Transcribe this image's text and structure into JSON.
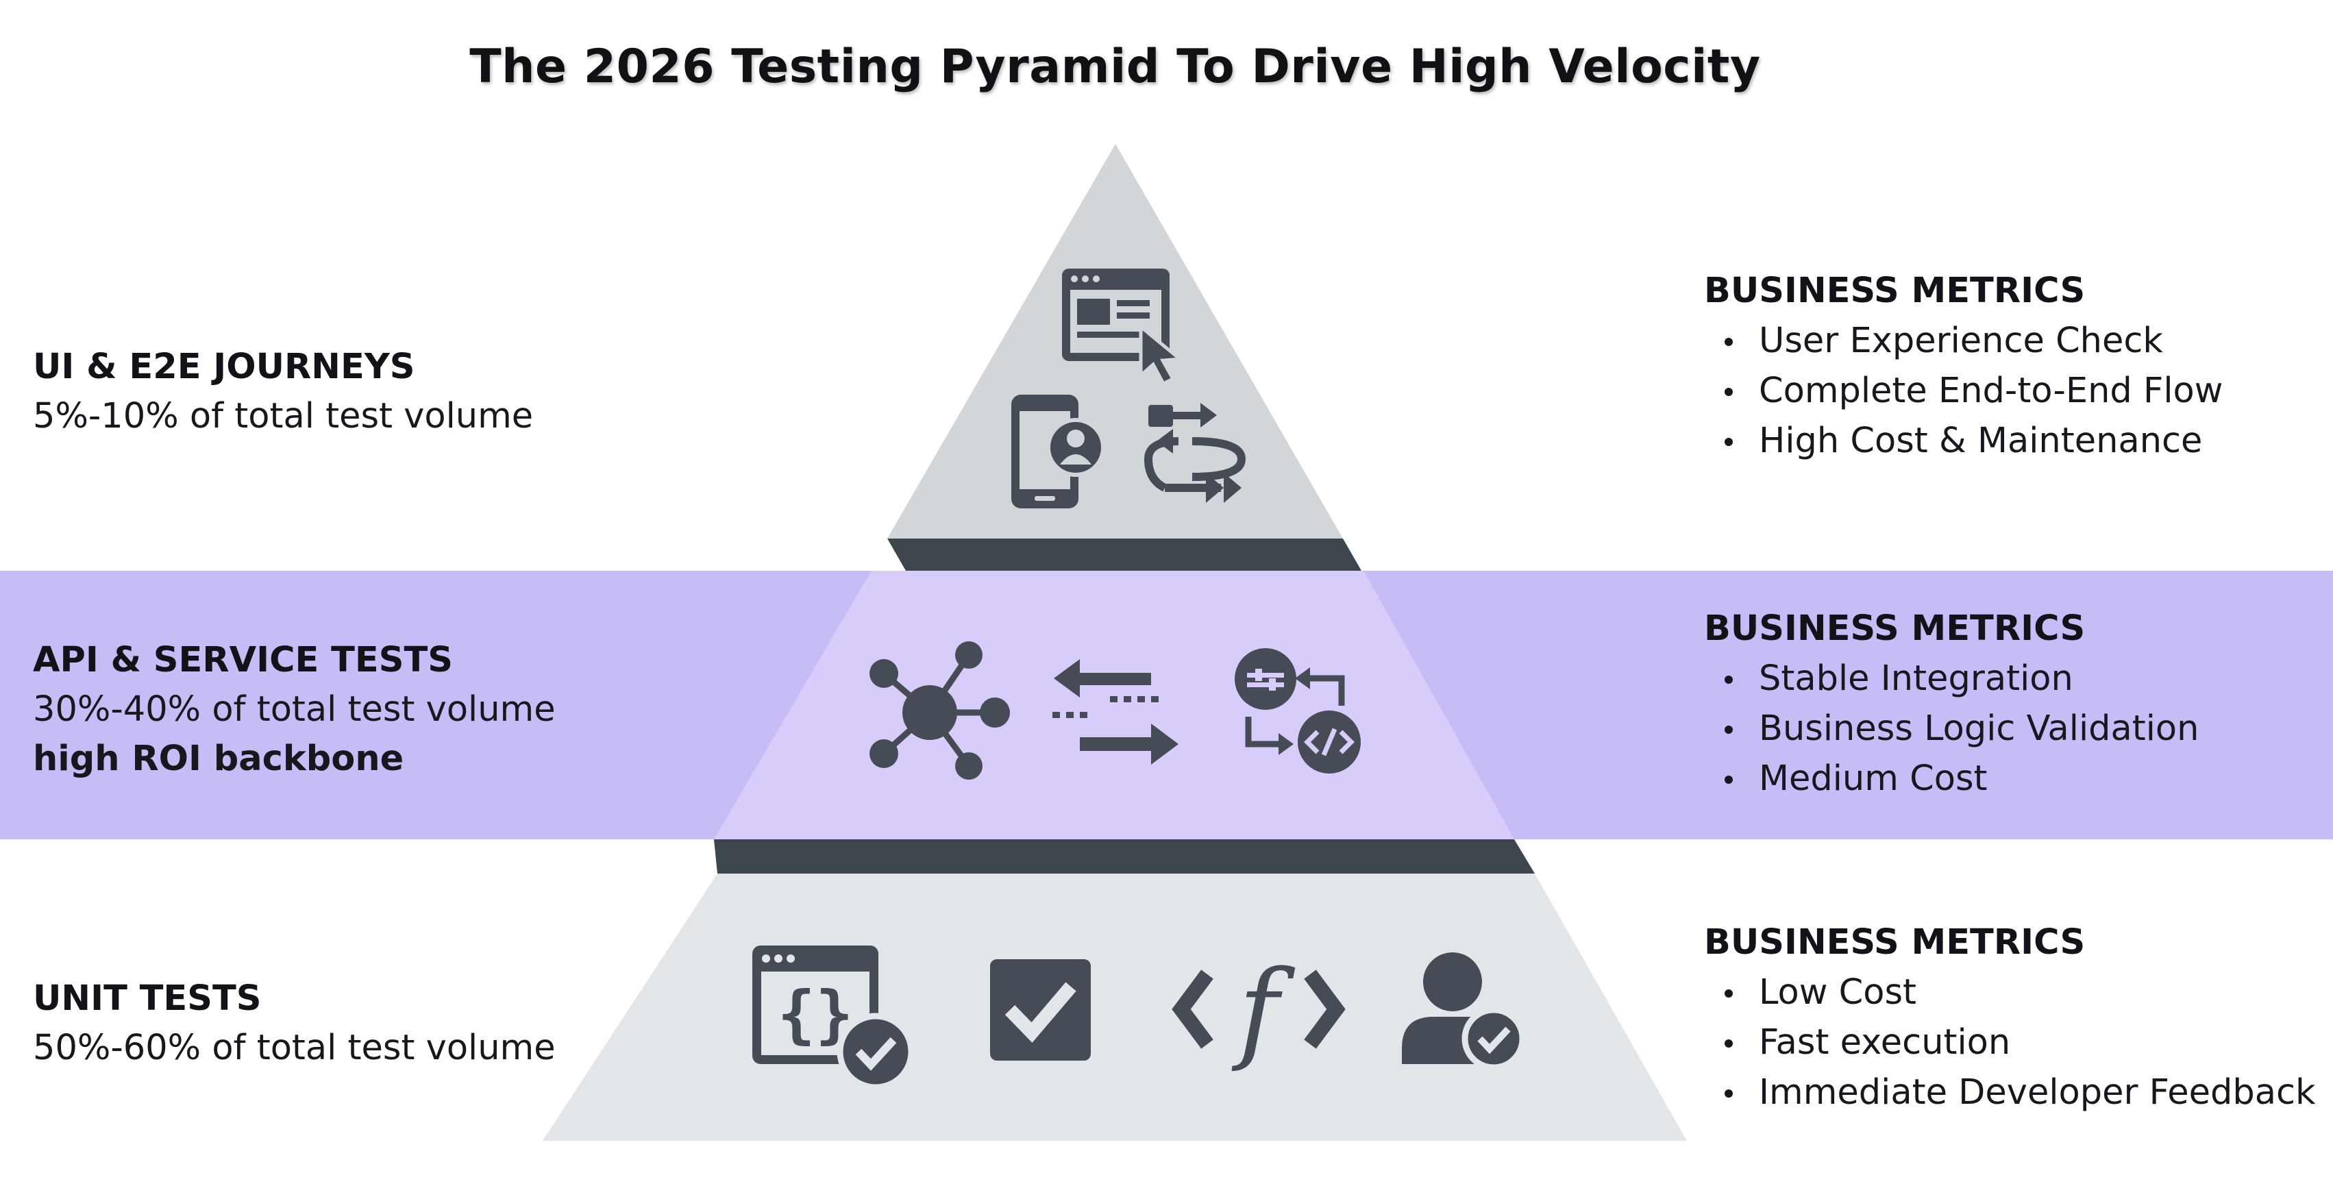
{
  "title": "The 2026 Testing Pyramid To Drive High Velocity",
  "colors": {
    "top_tier": "#d2d6d9",
    "middle_tier": "#d8cdfa",
    "bottom_tier": "#e3e6e9",
    "band": "#c8bcf6",
    "shelf": "#3d454d",
    "icon": "#454c55"
  },
  "tiers": [
    {
      "id": "ui",
      "heading": "UI & E2E JOURNEYS",
      "lines": [
        "5%-10% of total test volume"
      ],
      "metrics_heading": "BUSINESS METRICS",
      "metrics": [
        "User Experience Check",
        "Complete End-to-End Flow",
        "High Cost & Maintenance"
      ],
      "icons": [
        "browser-window-cursor-icon",
        "mobile-user-icon",
        "workflow-arrows-icon"
      ]
    },
    {
      "id": "api",
      "heading": "API & SERVICE TESTS",
      "lines": [
        "30%-40% of total test volume"
      ],
      "emphasis": "high ROI backbone",
      "metrics_heading": "BUSINESS METRICS",
      "metrics": [
        "Stable Integration",
        "Business Logic Validation",
        "Medium Cost"
      ],
      "icons": [
        "network-hub-icon",
        "exchange-arrows-icon",
        "service-code-sync-icon"
      ]
    },
    {
      "id": "unit",
      "heading": "UNIT TESTS",
      "lines": [
        "50%-60% of total test volume"
      ],
      "metrics_heading": "BUSINESS METRICS",
      "metrics": [
        "Low Cost",
        "Fast execution",
        "Immediate Developer Feedback"
      ],
      "icons": [
        "code-braces-check-icon",
        "checkbox-icon",
        "function-code-icon",
        "user-check-icon"
      ]
    }
  ]
}
